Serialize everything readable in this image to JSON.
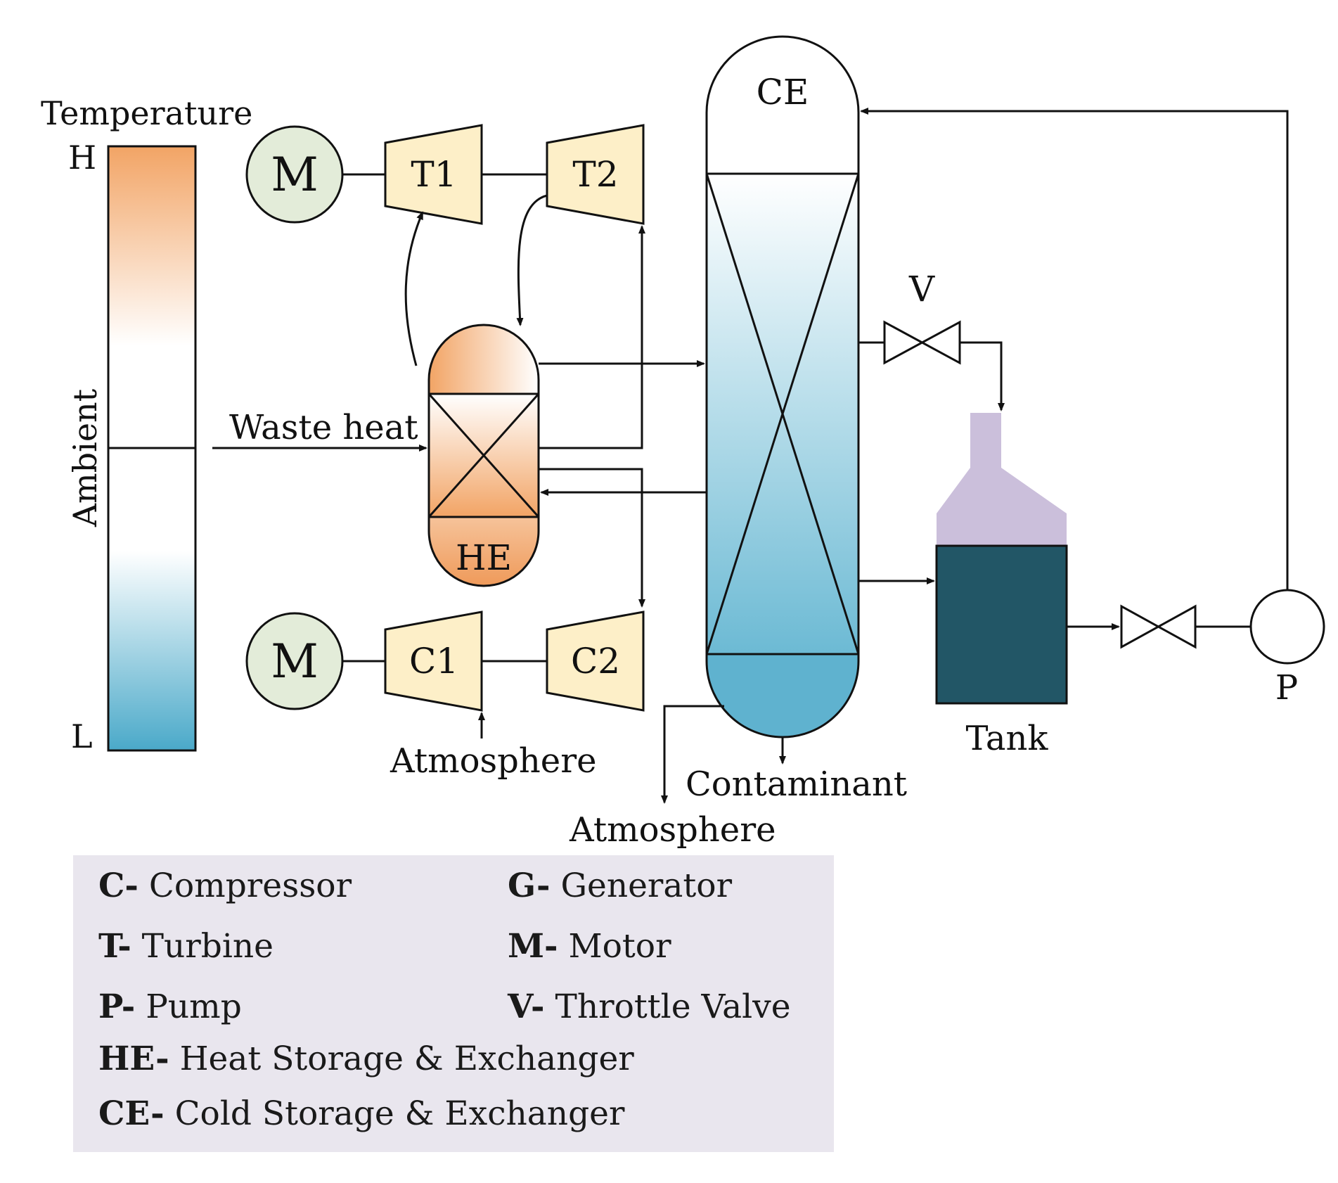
{
  "scale": {
    "title": "Temperature",
    "high": "H",
    "low": "L",
    "middle": "Ambient"
  },
  "labels": {
    "motor": "M",
    "turbine1": "T1",
    "turbine2": "T2",
    "compressor1": "C1",
    "compressor2": "C2",
    "heat_exchanger": "HE",
    "cold_exchanger": "CE",
    "valve": "V",
    "pump": "P",
    "tank": "Tank",
    "waste_heat": "Waste heat",
    "atmosphere_in": "Atmosphere",
    "atmosphere_out": "Atmosphere",
    "contaminant": "Contaminant"
  },
  "colors": {
    "warm": "#f2a465",
    "cold": "#4aa9c9",
    "machine_fill": "#fdefc8",
    "motor_fill": "#e3ecd9",
    "tank_fill": "#225666",
    "tank_gas": "#cbbfdb",
    "legend_bg": "#e9e6ee"
  },
  "legend": [
    {
      "abbr": "C-",
      "text": "Compressor"
    },
    {
      "abbr": "G-",
      "text": "Generator"
    },
    {
      "abbr": "T-",
      "text": "Turbine"
    },
    {
      "abbr": "M-",
      "text": "Motor"
    },
    {
      "abbr": "P-",
      "text": "Pump"
    },
    {
      "abbr": "V-",
      "text": "Throttle Valve"
    },
    {
      "abbr": "HE-",
      "text": "Heat Storage & Exchanger"
    },
    {
      "abbr": "CE-",
      "text": "Cold Storage & Exchanger"
    }
  ]
}
